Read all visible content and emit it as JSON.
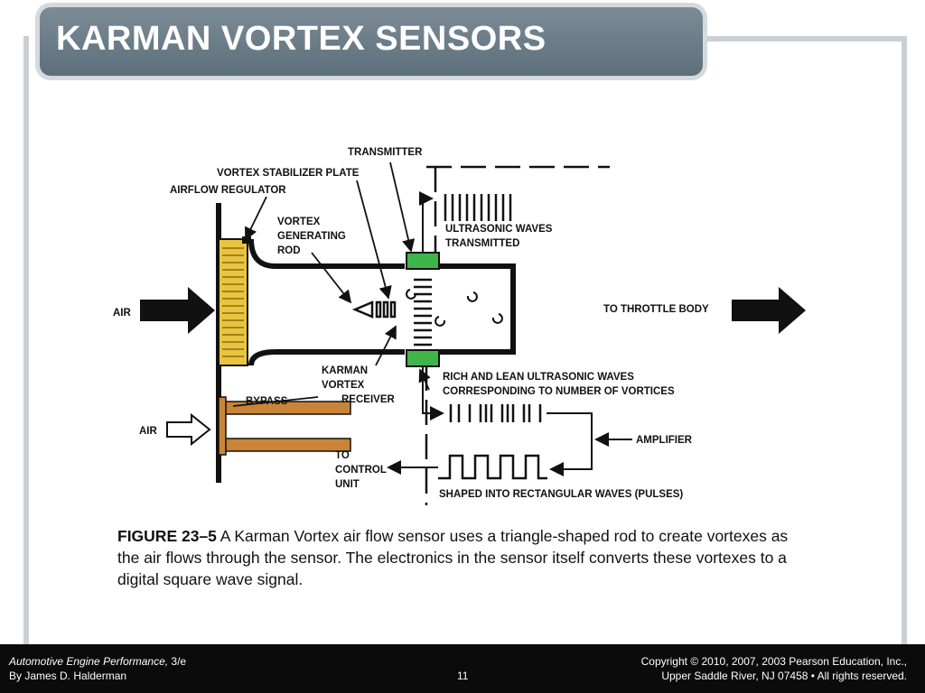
{
  "slide": {
    "title": "KARMAN VORTEX SENSORS"
  },
  "diagram": {
    "labels": {
      "transmitter": "TRANSMITTER",
      "vortex_stabilizer_plate": "VORTEX STABILIZER PLATE",
      "airflow_regulator": "AIRFLOW REGULATOR",
      "vortex_generating_rod": [
        "VORTEX",
        "GENERATING",
        "ROD"
      ],
      "ultrasonic_waves_transmitted": [
        "ULTRASONIC WAVES",
        "TRANSMITTED"
      ],
      "air_main": "AIR",
      "to_throttle_body": "TO THROTTLE BODY",
      "karman_vortex_receiver": [
        "KARMAN",
        "VORTEX",
        "RECEIVER"
      ],
      "rich_lean_waves": [
        "RICH AND LEAN ULTRASONIC WAVES",
        "CORRESPONDING TO NUMBER OF VORTICES"
      ],
      "bypass": "BYPASS",
      "air_bypass": "AIR",
      "amplifier": "AMPLIFIER",
      "to_control_unit": [
        "TO",
        "CONTROL",
        "UNIT"
      ],
      "shaped_waves": "SHAPED INTO RECTANGULAR WAVES (PULSES)"
    },
    "colors": {
      "regulator": "#e9c441",
      "transducer": "#3fb54a",
      "bypass": "#c98438",
      "ink": "#111111"
    }
  },
  "caption": {
    "figure": "FIGURE 23–5",
    "text": " A Karman Vortex air flow sensor uses a triangle-shaped rod to create vortexes as the air flows through the sensor. The electronics in the sensor itself converts these vortexes to a digital square wave signal."
  },
  "footer": {
    "book_title": "Automotive Engine Performance,",
    "edition": " 3/e",
    "author": "By James D. Halderman",
    "page_number": "11",
    "copyright_line1": "Copyright © 2010, 2007, 2003 Pearson Education, Inc.,",
    "copyright_line2": "Upper Saddle River, NJ 07458 • All rights reserved."
  }
}
